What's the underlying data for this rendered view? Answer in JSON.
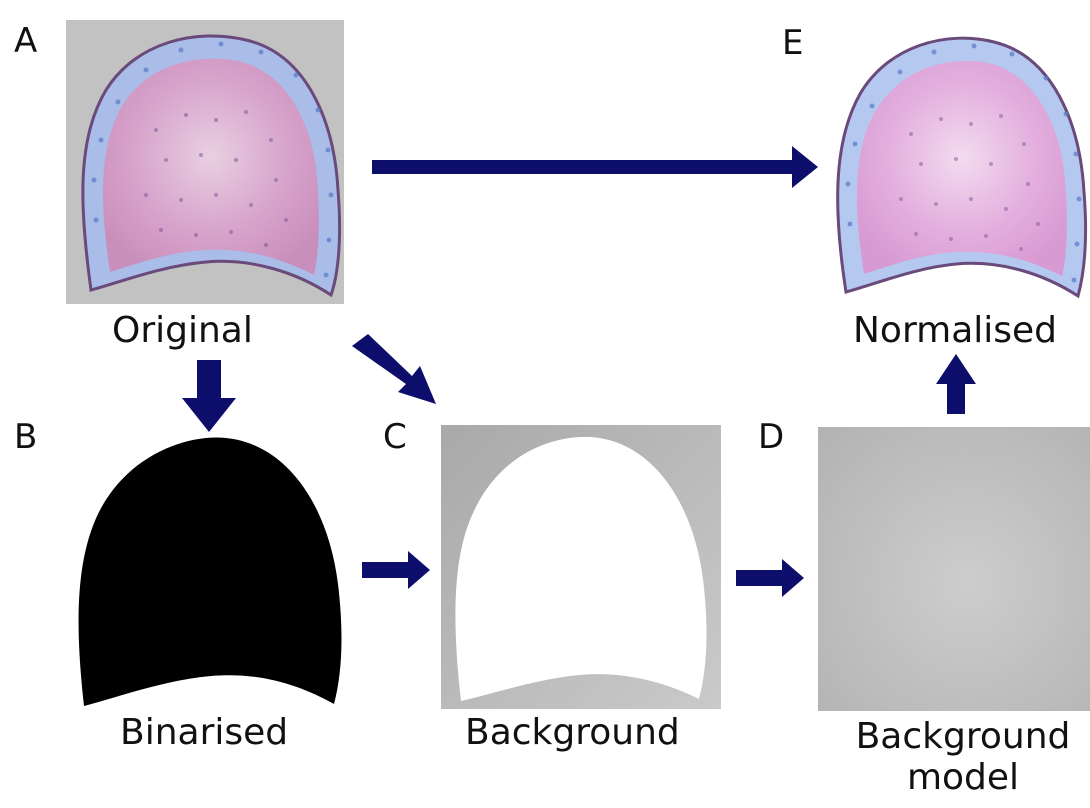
{
  "panels": {
    "a": {
      "letter": "A",
      "caption": "Original"
    },
    "b": {
      "letter": "B",
      "caption": "Binarised"
    },
    "c": {
      "letter": "C",
      "caption": "Background"
    },
    "d": {
      "letter": "D",
      "caption_line1": "Background",
      "caption_line2": "model"
    },
    "e": {
      "letter": "E",
      "caption": "Normalised"
    }
  },
  "colors": {
    "arrow": "#0d0d6b",
    "tissue_pink": "#d99ac6",
    "tissue_blue": "#9fb3e6",
    "background_grey": "#b9b9b9",
    "mask_black": "#000000",
    "mask_white": "#ffffff"
  }
}
